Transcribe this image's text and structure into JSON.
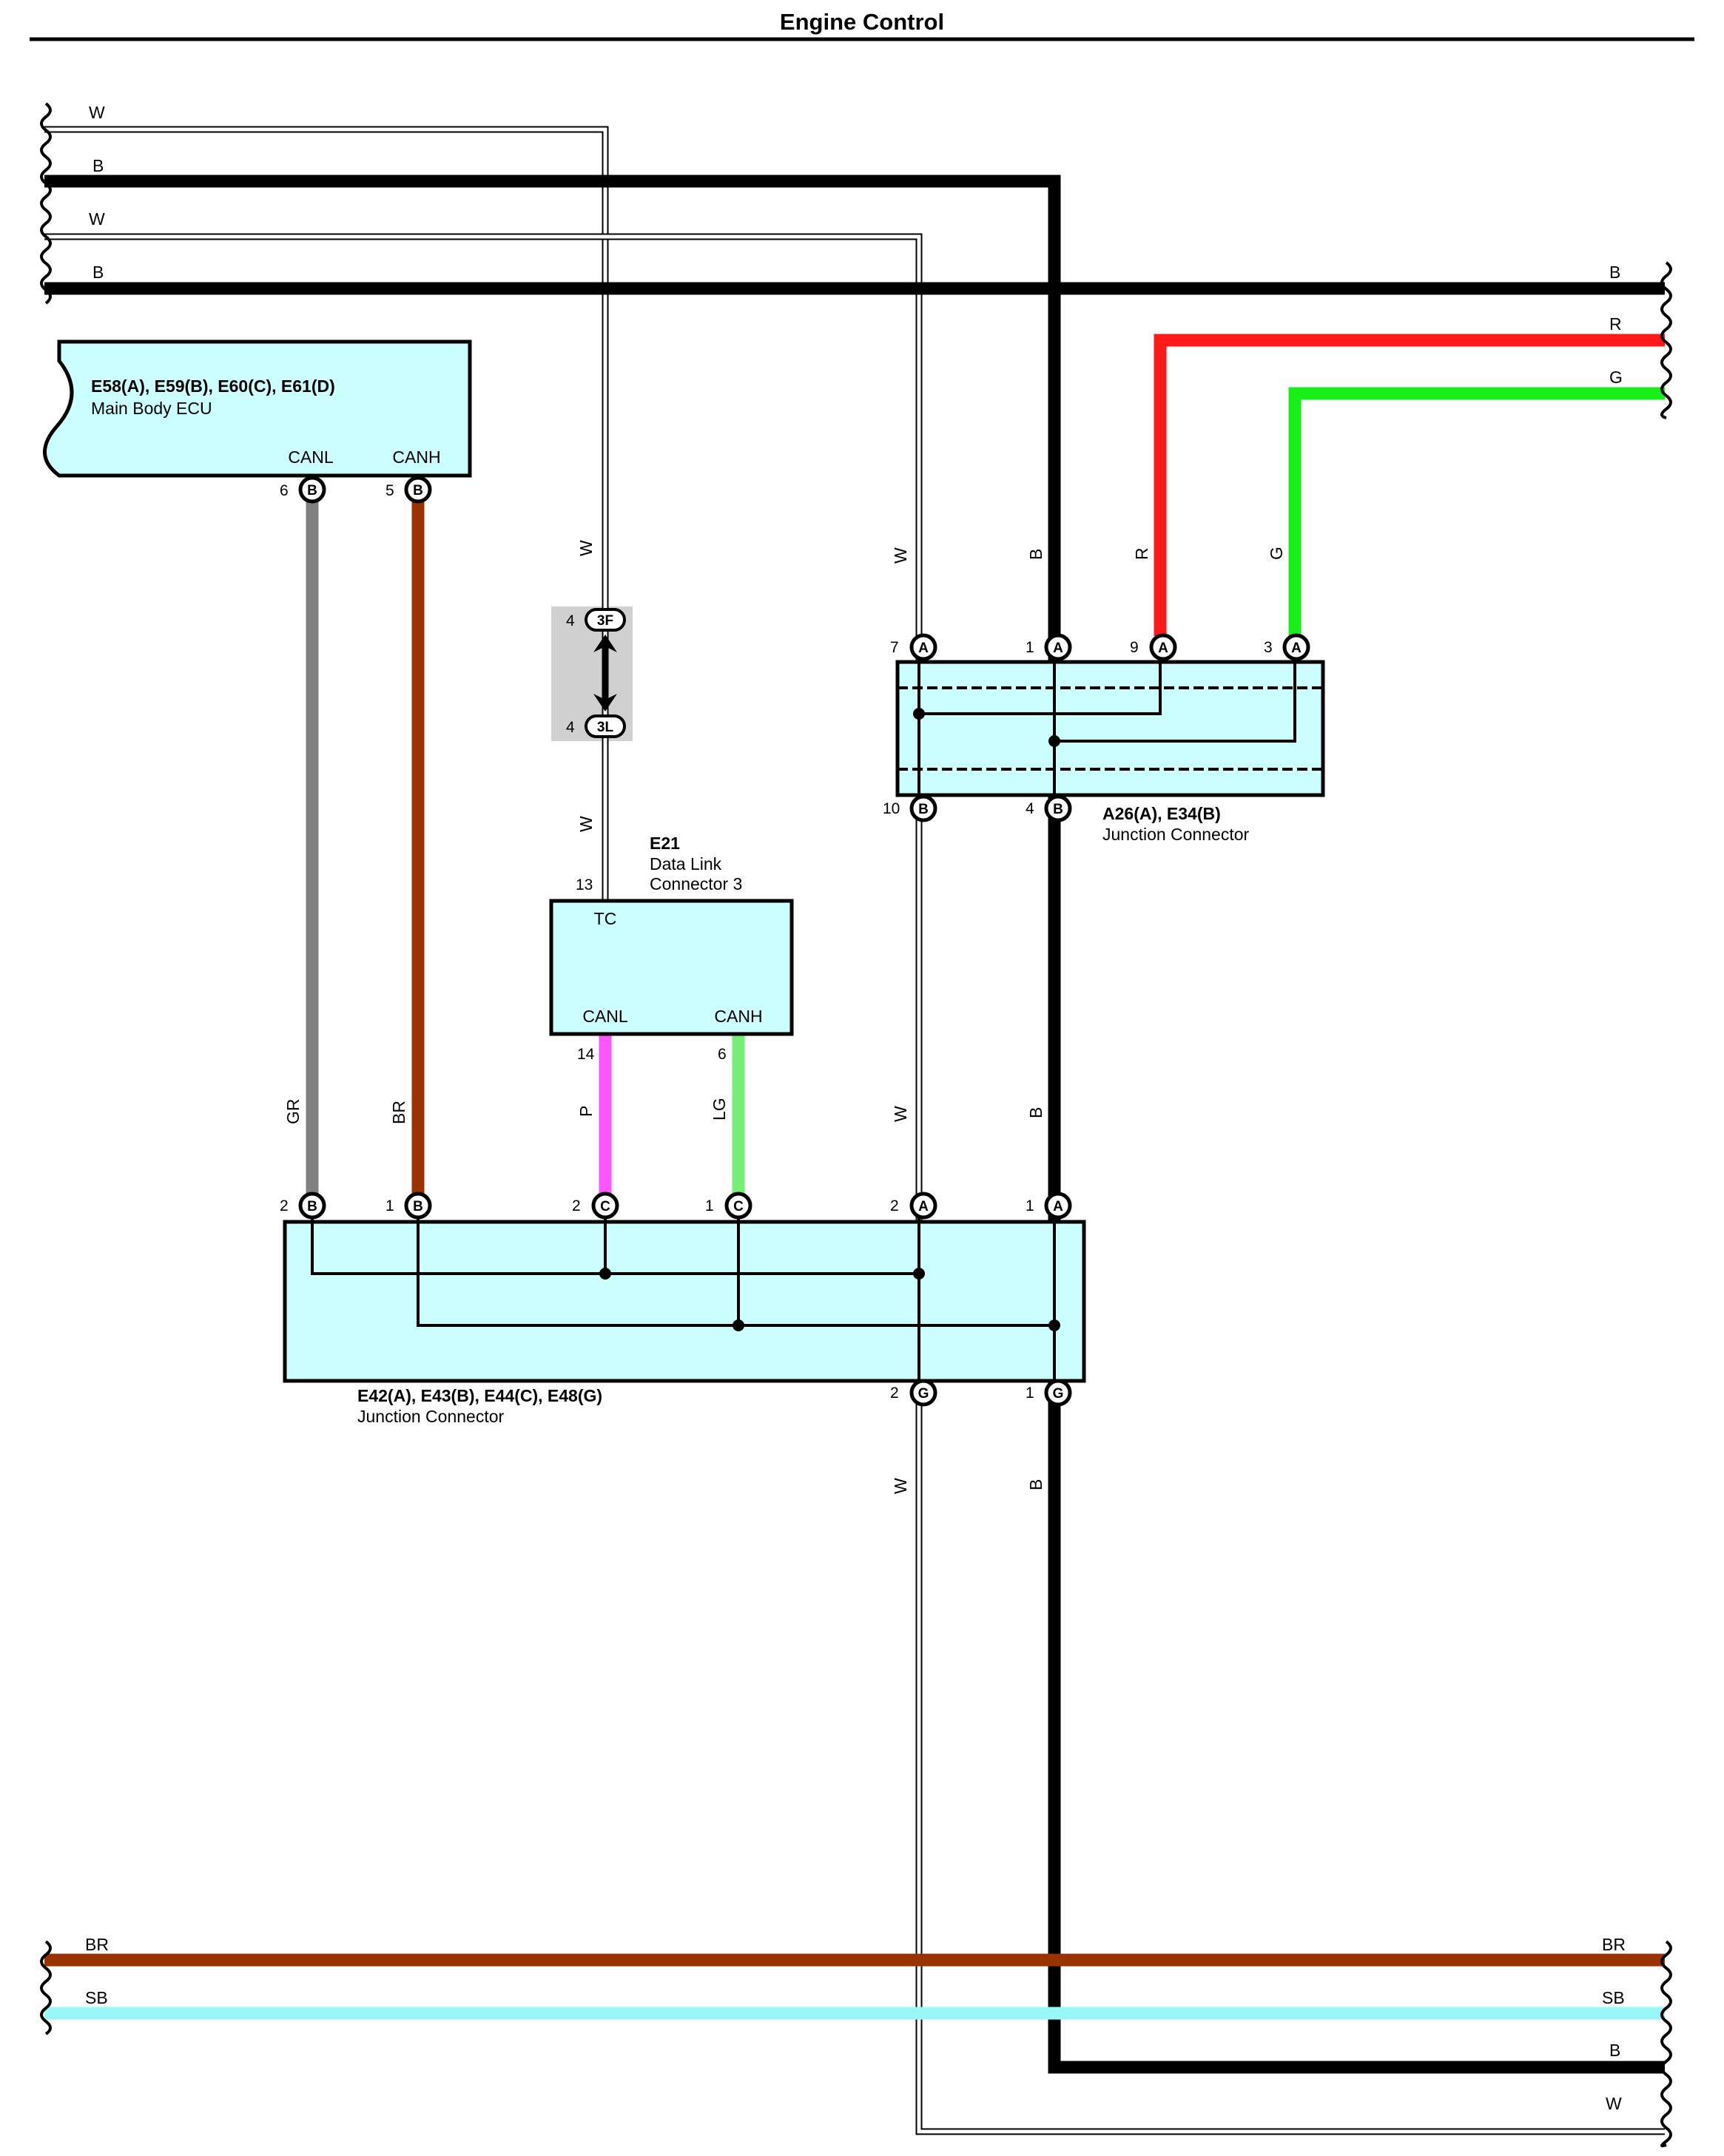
{
  "title": "Engine Control",
  "colors": {
    "W": "#ffffff",
    "B": "#000000",
    "R": "#ff1a1a",
    "G": "#18ee18",
    "GR": "#808080",
    "BR": "#993300",
    "P": "#ff55ff",
    "LG": "#77ee77",
    "SB": "#99f7f7",
    "component_fill": "#ccffff",
    "connector_bg": "#d0d0d0"
  },
  "left_wires": [
    "W",
    "B",
    "W",
    "B",
    "BR",
    "SB"
  ],
  "right_wires": [
    "B",
    "R",
    "G",
    "BR",
    "SB",
    "B",
    "W"
  ],
  "wire_labels": {
    "ecu_canl": "GR",
    "ecu_canh": "BR",
    "tc_upper": "W",
    "tc_lower": "W",
    "dlc_canl": "P",
    "dlc_canh": "LG",
    "a26_w": "W",
    "a26_b": "B",
    "a26_r": "R",
    "a26_g": "G",
    "mid_w": "W",
    "mid_b": "B",
    "low_w": "W",
    "low_b": "B"
  },
  "main_body_ecu": {
    "id": "E58(A), E59(B), E60(C), E61(D)",
    "name": "Main Body ECU",
    "terms": [
      "CANL",
      "CANH"
    ],
    "pins": [
      {
        "num": "6",
        "conn": "B"
      },
      {
        "num": "5",
        "conn": "B"
      }
    ]
  },
  "inline_connector": {
    "top": {
      "num": "4",
      "conn": "3F"
    },
    "bottom": {
      "num": "4",
      "conn": "3L"
    }
  },
  "dlc": {
    "id": "E21",
    "name_line1": "Data Link",
    "name_line2": "Connector 3",
    "terms": [
      "TC",
      "CANL",
      "CANH"
    ],
    "pins": {
      "tc": "13",
      "canl": "14",
      "canh": "6"
    }
  },
  "junction_a26": {
    "id": "A26(A), E34(B)",
    "name": "Junction Connector",
    "top_pins": [
      {
        "num": "7",
        "conn": "A"
      },
      {
        "num": "1",
        "conn": "A"
      },
      {
        "num": "9",
        "conn": "A"
      },
      {
        "num": "3",
        "conn": "A"
      }
    ],
    "bottom_pins": [
      {
        "num": "10",
        "conn": "B"
      },
      {
        "num": "4",
        "conn": "B"
      }
    ]
  },
  "junction_e42": {
    "id": "E42(A), E43(B), E44(C), E48(G)",
    "name": "Junction Connector",
    "top_pins": [
      {
        "num": "2",
        "conn": "B"
      },
      {
        "num": "1",
        "conn": "B"
      },
      {
        "num": "2",
        "conn": "C"
      },
      {
        "num": "1",
        "conn": "C"
      },
      {
        "num": "2",
        "conn": "A"
      },
      {
        "num": "1",
        "conn": "A"
      }
    ],
    "bottom_pins": [
      {
        "num": "2",
        "conn": "G"
      },
      {
        "num": "1",
        "conn": "G"
      }
    ]
  }
}
